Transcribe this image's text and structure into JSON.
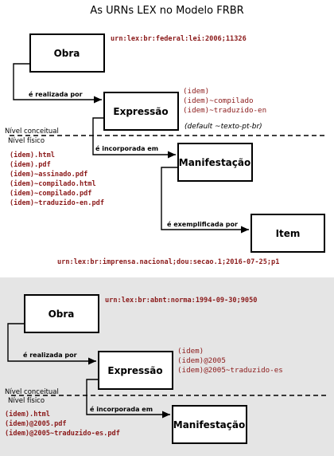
{
  "title": "As URNs LEX no Modelo FRBR",
  "colors": {
    "urn_text": "#8b1a1a",
    "lower_panel_bg": "#e5e5e5",
    "box_fill": "#ffffff"
  },
  "top": {
    "obra": {
      "label": "Obra",
      "urn": "urn:lex:br:federal:lei:2006;11326"
    },
    "realizada_label": "é realizada por",
    "expressao": {
      "label": "Expressão",
      "urns": [
        "(idem)",
        "(idem)~compilado",
        "(idem)~traduzido-en"
      ],
      "default_note": "(default ~texto-pt-br)"
    },
    "nivel_conceitual": "Nível conceitual",
    "nivel_fisico": "Nível físico",
    "incorporada_label": "é incorporada em",
    "manifestacao": {
      "label": "Manifestação",
      "urns": [
        "(idem).html",
        "(idem).pdf",
        "(idem)~assinado.pdf",
        "(idem)~compilado.html",
        "(idem)~compilado.pdf",
        "(idem)~traduzido-en.pdf"
      ]
    },
    "exemplificada_label": "é exemplificada por",
    "item": {
      "label": "Item",
      "urn": "urn:lex:br:imprensa.nacional;dou:secao.1;2016-07-25;p1"
    }
  },
  "bottom": {
    "obra": {
      "label": "Obra",
      "urn": "urn:lex:br:abnt:norma:1994-09-30;9050"
    },
    "realizada_label": "é realizada por",
    "expressao": {
      "label": "Expressão",
      "urns": [
        "(idem)",
        "(idem)@2005",
        "(idem)@2005~traduzido-es"
      ]
    },
    "nivel_conceitual": "Nível conceitual",
    "nivel_fisico": "Nível físico",
    "incorporada_label": "é incorporada em",
    "manifestacao": {
      "label": "Manifestação",
      "urns": [
        "(idem).html",
        "(idem)@2005.pdf",
        "(idem)@2005~traduzido-es.pdf"
      ]
    }
  }
}
